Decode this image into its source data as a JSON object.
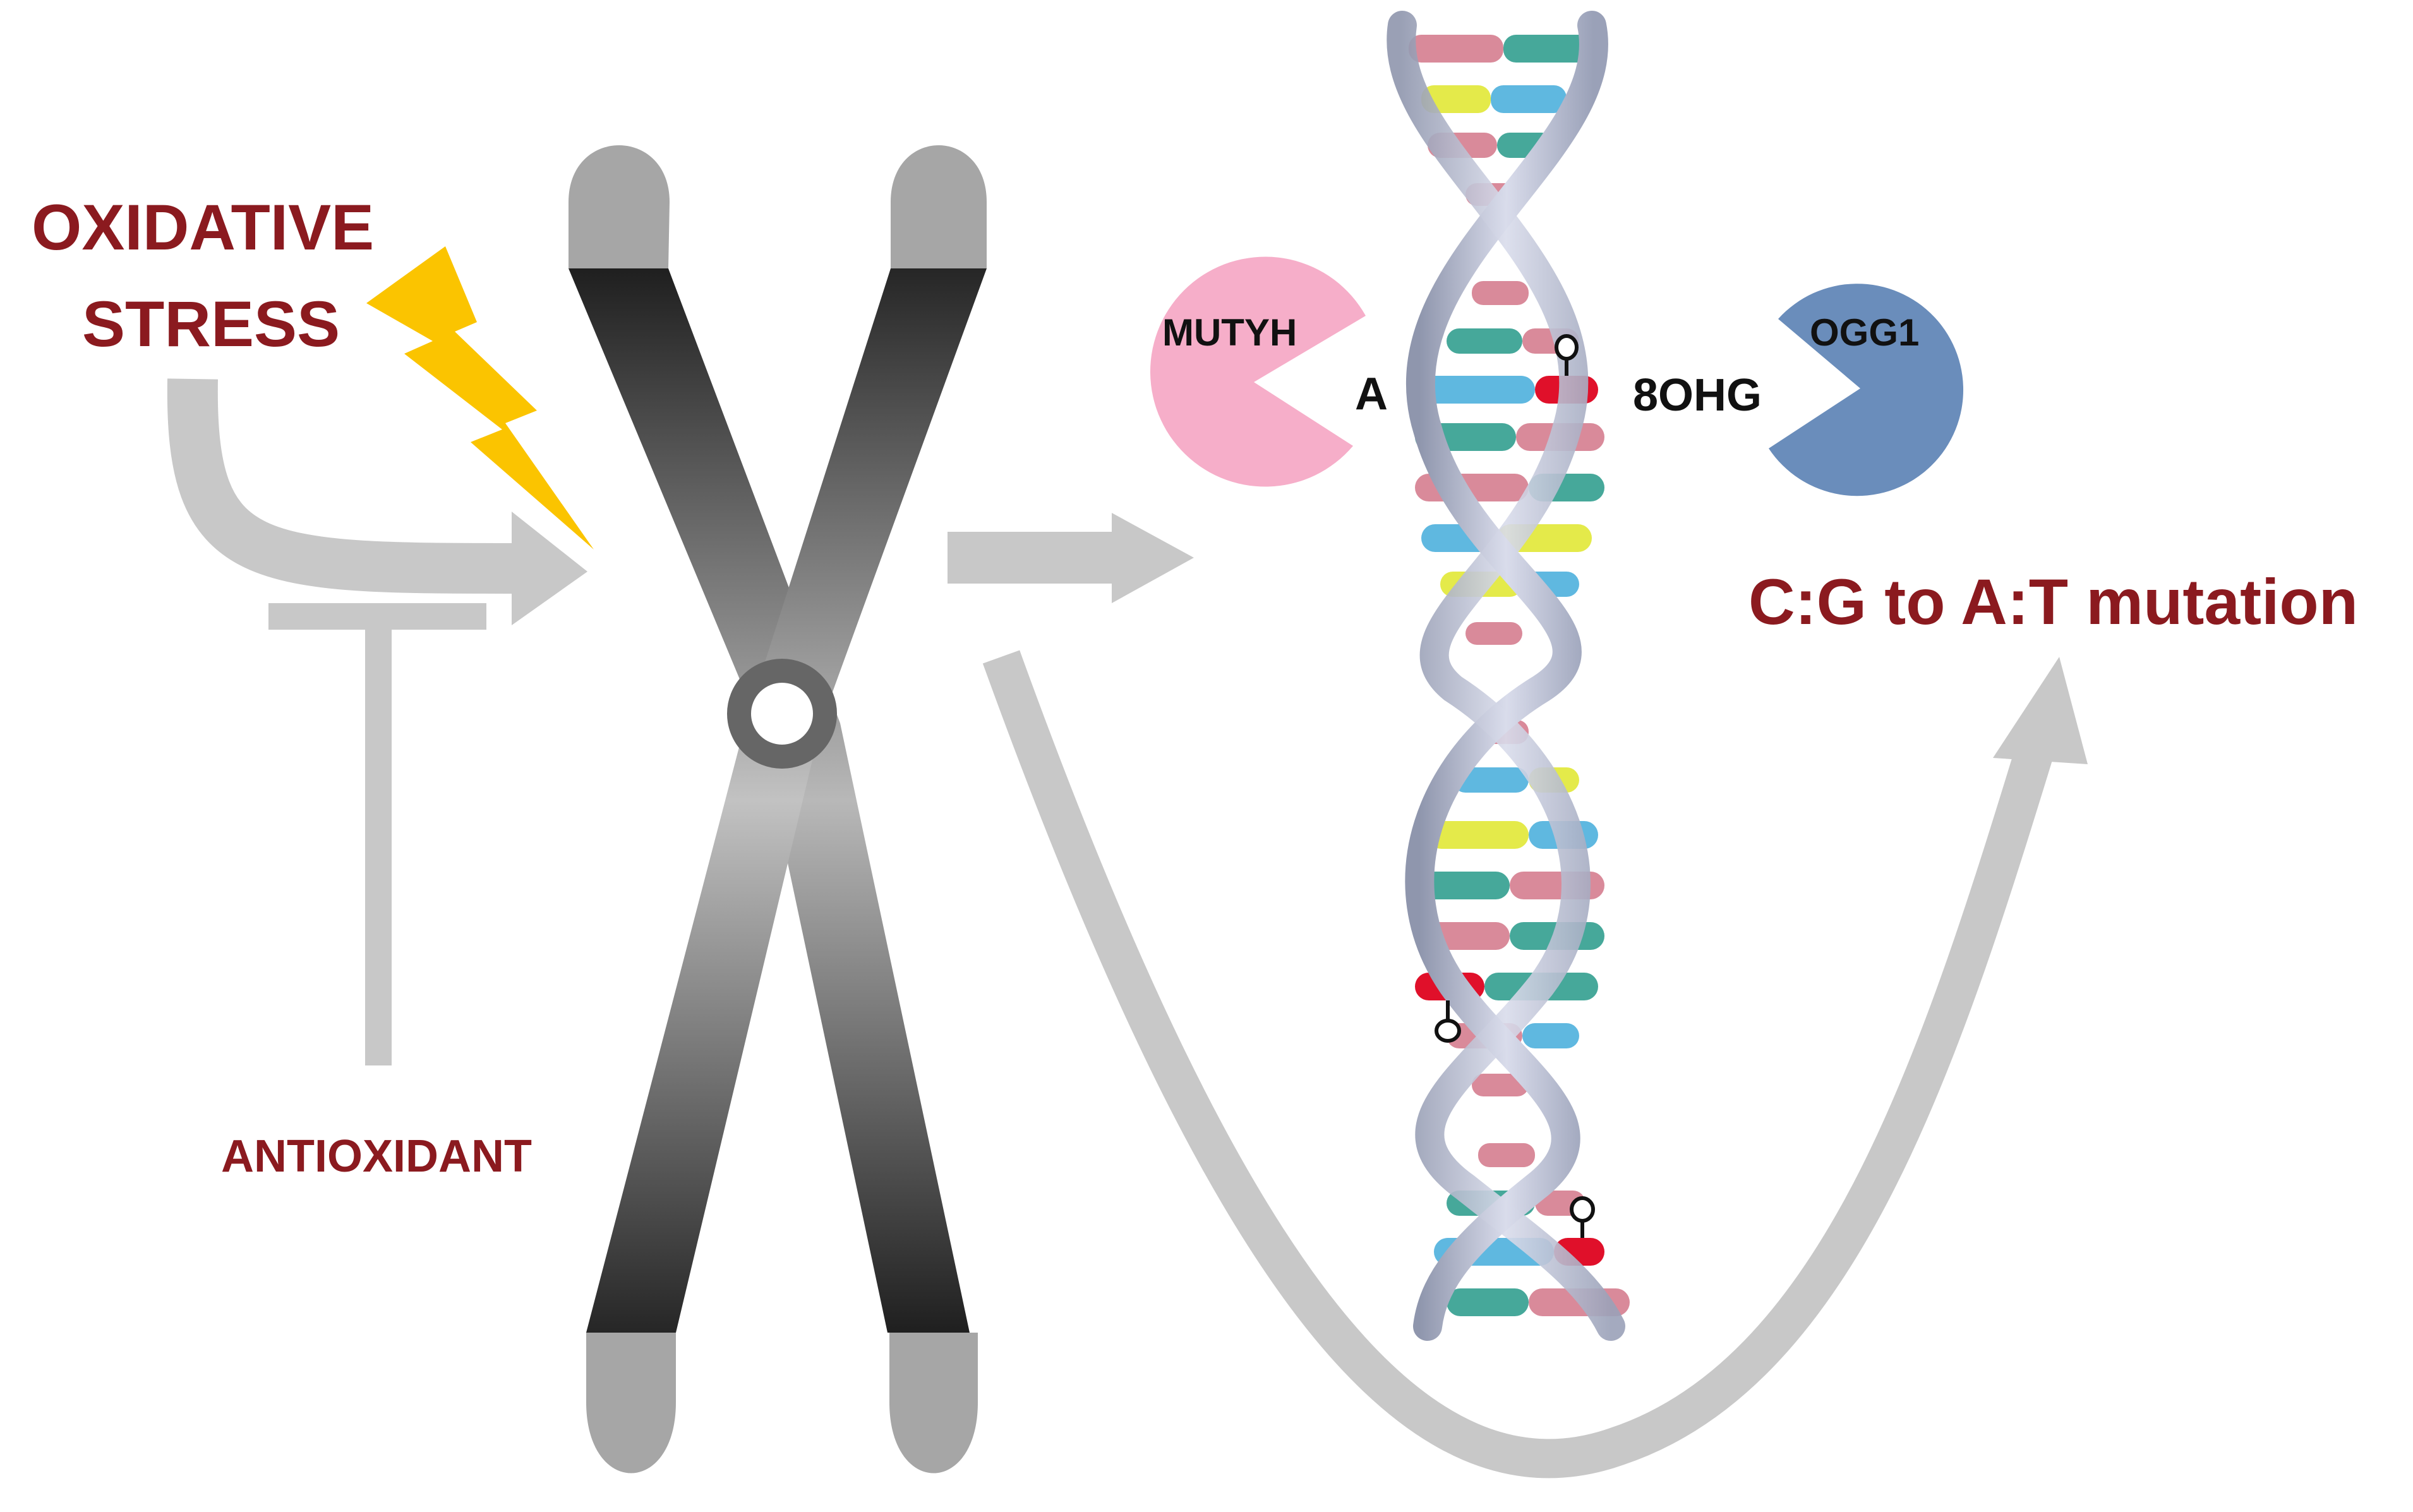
{
  "labels": {
    "oxidative_line1": "OXIDATIVE",
    "oxidative_line2": "STRESS",
    "antioxidant": "ANTIOXIDANT",
    "mutyh": "MUTYH",
    "ogg1": "OGG1",
    "adenine": "A",
    "ohg": "8OHG",
    "mutation": "C:G to A:T mutation"
  },
  "colors": {
    "label_dark_red": "#8b1a1f",
    "arrow_gray": "#c8c8c8",
    "lightning_yellow": "#fbc400",
    "mutyh_pink": "#f6aec9",
    "ogg1_blue": "#6a8dbb",
    "chromosome_dark": "#2a2a2a",
    "chromosome_tip": "#a6a6a6",
    "damaged_base_red": "#e0102a"
  },
  "icons": {
    "stress": "lightning-bolt-icon",
    "chromosome": "chromosome-icon",
    "dna": "dna-double-helix-icon",
    "mutyh": "pacman-enzyme-icon",
    "ogg1": "pacman-enzyme-icon",
    "lesion": "oxidized-base-lollipop-icon"
  }
}
